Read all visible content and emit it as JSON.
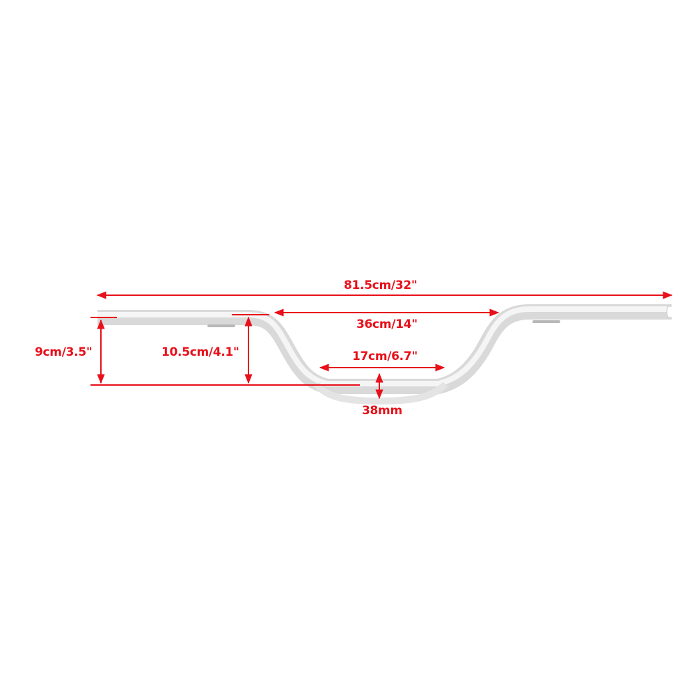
{
  "diagram": {
    "subject": "motorcycle handlebar",
    "accent_color": "#e8101a",
    "bar_color": "#e6e6e6",
    "dimensions": {
      "overall_width": "81.5cm/32\"",
      "rise_width": "36cm/14\"",
      "center_width": "17cm/6.7\"",
      "end_rise": "9cm/3.5\"",
      "total_rise": "10.5cm/4.1\"",
      "clamp_diameter": "38mm"
    }
  }
}
